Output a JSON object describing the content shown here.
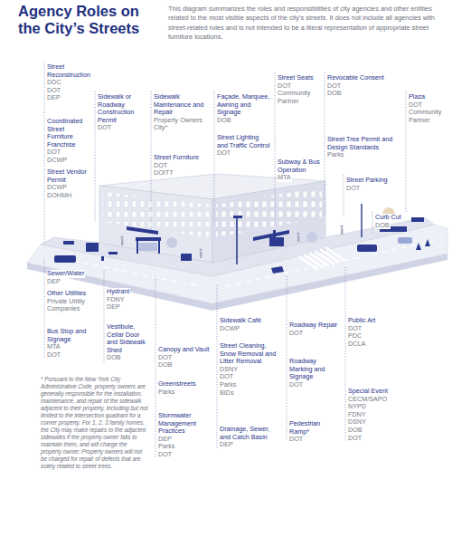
{
  "diagram": {
    "title": "Agency Roles on the City’s Streets",
    "caption": "This diagram summarizes the roles and responsibilities of city agencies and other entities related to the most visible aspects of the city’s streets. It does not include all agencies with street-related roles and is not intended to be a literal representation of appropriate street furniture locations.",
    "labels": [
      "Street Reconstruction",
      "DDC",
      "DOT",
      "DEP",
      "Sidewalk or Roadway Construction Permit",
      "DOT",
      "Sidewalk Maintenance and Repair",
      "Property Owners",
      "City*",
      "Façade, Marquee, Awning and Signage",
      "DOB",
      "Street Seats",
      "DOT",
      "Community Partner",
      "Revocable Consent",
      "DOT",
      "DOB",
      "Plaza",
      "DOT",
      "Community Partner",
      "Coordinated Street Furniture Franchise",
      "DOT",
      "DCWP",
      "Street Lighting and Traffic Control",
      "DOT",
      "Street Tree Permit and Design Standards",
      "Parks",
      "Street Vendor Permit",
      "DCWP",
      "DOHMH",
      "Street Furniture",
      "DOT",
      "DOITT",
      "Subway & Bus Operation",
      "MTA",
      "Street Parking",
      "DOT",
      "Curb Cut",
      "DOB",
      "Sewer/Water",
      "DEP",
      "Other Utilities",
      "Private Utility Companies",
      "Hydrant",
      "FDNY",
      "DEP",
      "Bus Stop and Signage",
      "MTA",
      "DOT",
      "Vestibule, Cellar Door and Sidewalk Shed",
      "DOB",
      "Canopy and Vault",
      "DOT",
      "DOB",
      "Greenstreets",
      "Parks",
      "Stormwater Management Practices",
      "DEP",
      "Parks",
      "DOT",
      "Sidewalk Café",
      "DCWP",
      "Street Cleaning, Snow Removal and Litter Removal",
      "DSNY",
      "DOT",
      "Parks",
      "BIDs",
      "Drainage, Sewer, and Catch Basin",
      "DEP",
      "Roadway Repair",
      "DOT",
      "Roadway Marking and Signage",
      "DOT",
      "Pedestrian Ramp*",
      "DOT",
      "Public Art",
      "DOT",
      "PDC",
      "DCLA",
      "Special Event",
      "CECM/SAPO",
      "NYPD",
      "FDNY",
      "DSNY",
      "DOB",
      "DOT",
      "* Pursuant to the New York City Administrative Code, property owners are generally responsible for the installation, maintenance, and repair of the sidewalk adjacent to their property, including but not limited to the intersection quadrant for a corner property. For 1, 2, 3 family homes, the City may make repairs to the adjacent sidewalks if the property owner fails to maintain them, and will charge the property owner. Property owners will not be charged for repair of defects that are solely related to street trees."
    ]
  }
}
